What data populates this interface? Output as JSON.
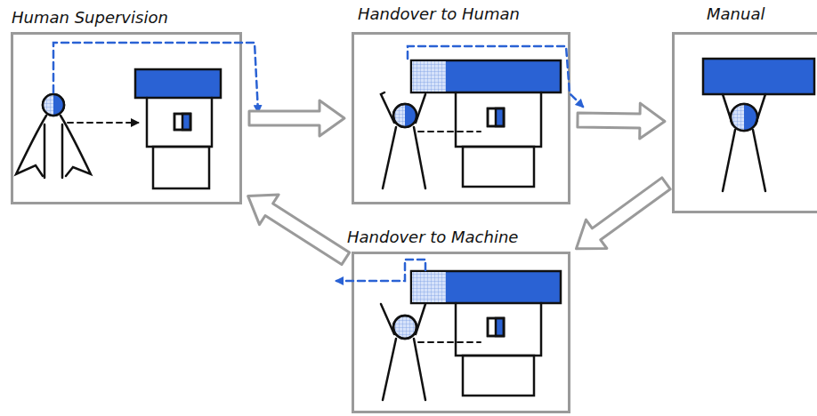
{
  "diagram": {
    "nodes": [
      {
        "text": [
          "Human Supervision"
        ]
      },
      {
        "text": [
          "Handover to Human"
        ]
      },
      {
        "text": [
          "Manual"
        ]
      },
      {
        "text": [
          "Handover to Machine"
        ]
      }
    ],
    "edges": [
      {
        "from": 0,
        "to": 1,
        "arrow": "to"
      },
      {
        "from": 1,
        "to": 2,
        "arrow": "to"
      },
      {
        "from": 2,
        "to": 3,
        "arrow": "to"
      },
      {
        "from": 3,
        "to": 0,
        "arrow": "to"
      }
    ]
  }
}
